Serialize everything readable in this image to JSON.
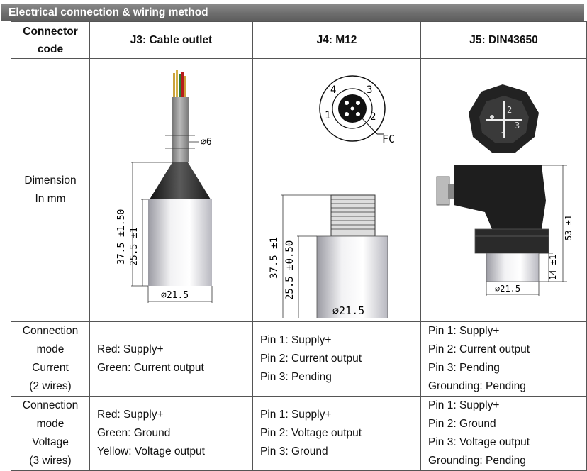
{
  "title": "Electrical connection & wiring method",
  "table": {
    "corner": [
      "Connector",
      "code"
    ],
    "columns": [
      "J3: Cable outlet",
      "J4: M12",
      "J5: DIN43650"
    ],
    "dimension_label": [
      "Dimension",
      "In mm"
    ],
    "drawings": {
      "j3": {
        "cable_dia": "∅6",
        "height_total": "37.5 ±1.50",
        "height_body": "25.5 ±1",
        "body_dia": "∅21.5"
      },
      "j4": {
        "pins": [
          "4",
          "3",
          "1",
          "2"
        ],
        "fc": "FC",
        "height_total": "37.5 ±1",
        "height_body": "25.5 ±0.50",
        "body_dia": "∅21.5"
      },
      "j5": {
        "face_marks": [
          "2",
          "3",
          "1"
        ],
        "height_total": "53 ±1",
        "height_body": "14 ±1",
        "body_dia": "∅21.5"
      }
    },
    "current_label": [
      "Connection",
      "mode",
      "Current",
      "(2 wires)"
    ],
    "current": [
      [
        "Red: Supply+",
        "Green: Current output"
      ],
      [
        "Pin 1: Supply+",
        "Pin 2: Current output",
        "Pin 3: Pending"
      ],
      [
        "Pin 1: Supply+",
        "Pin 2: Current output",
        "Pin 3: Pending",
        "Grounding: Pending"
      ]
    ],
    "voltage_label": [
      "Connection",
      "mode",
      "Voltage",
      "(3 wires)"
    ],
    "voltage": [
      [
        "Red: Supply+",
        "Green: Ground",
        "Yellow: Voltage output"
      ],
      [
        "Pin 1: Supply+",
        "Pin 2: Voltage output",
        "Pin 3: Ground"
      ],
      [
        "Pin 1: Supply+",
        "Pin 2: Ground",
        "Pin 3: Voltage output",
        "Grounding: Pending"
      ]
    ]
  }
}
